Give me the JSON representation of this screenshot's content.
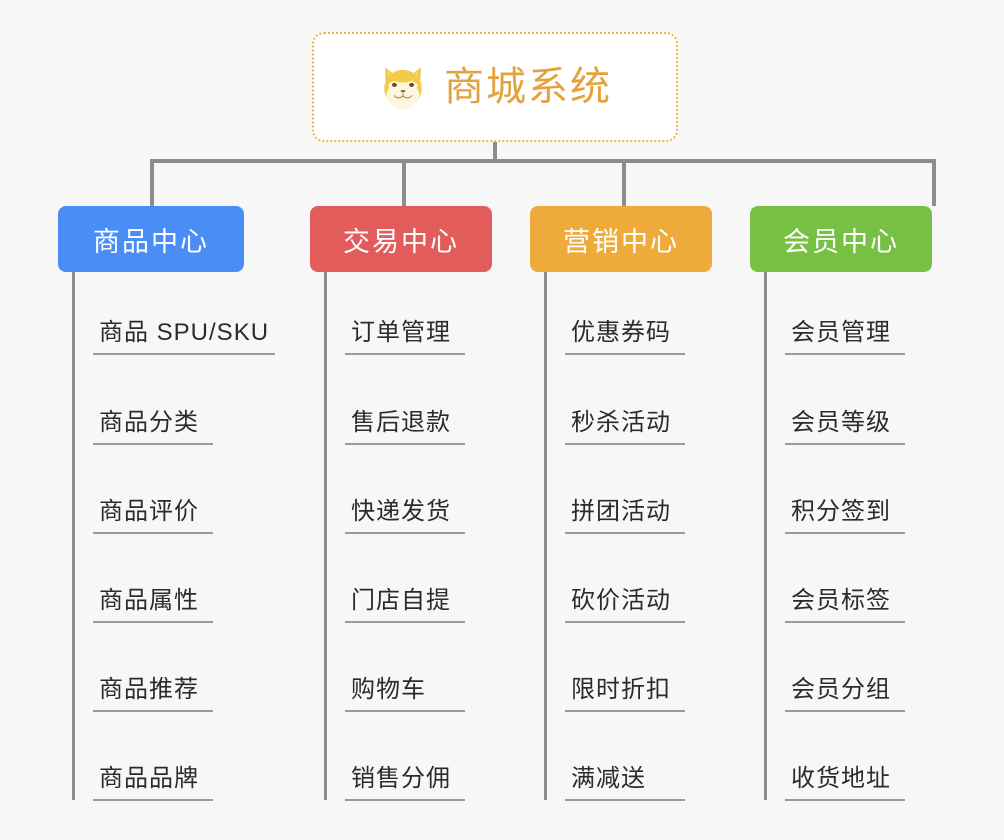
{
  "page": {
    "background_color": "#f7f7f7",
    "connector_color": "#8d8d8d",
    "leaf_text_color": "#2b2b2b",
    "leaf_underline_color": "#9a9a9a"
  },
  "root": {
    "title": "商城系统",
    "icon": "shiba-dog-icon",
    "text_color": "#e3a33c",
    "border_color": "#f0b343",
    "background_color": "#ffffff"
  },
  "branches": [
    {
      "label": "商品中心",
      "color": "#4a8df6",
      "items": [
        "商品 SPU/SKU",
        "商品分类",
        "商品评价",
        "商品属性",
        "商品推荐",
        "商品品牌"
      ]
    },
    {
      "label": "交易中心",
      "color": "#e25c5c",
      "items": [
        "订单管理",
        "售后退款",
        "快递发货",
        "门店自提",
        "购物车",
        "销售分佣"
      ]
    },
    {
      "label": "营销中心",
      "color": "#eeab3c",
      "items": [
        "优惠券码",
        "秒杀活动",
        "拼团活动",
        "砍价活动",
        "限时折扣",
        "满减送"
      ]
    },
    {
      "label": "会员中心",
      "color": "#76c043",
      "items": [
        "会员管理",
        "会员等级",
        "积分签到",
        "会员标签",
        "会员分组",
        "收货地址"
      ]
    }
  ]
}
